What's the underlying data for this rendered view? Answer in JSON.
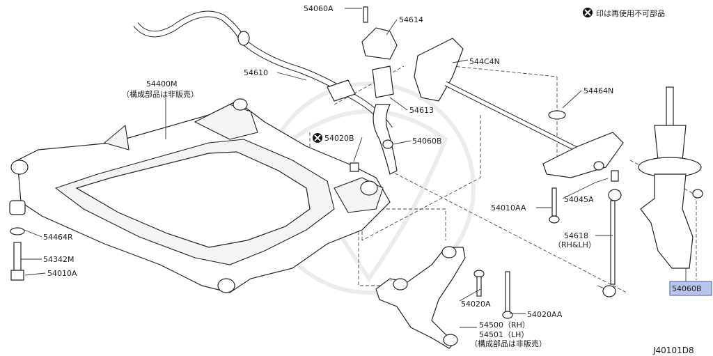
{
  "legend": {
    "icon": "x-circle-icon",
    "text": "印は再使用不可部品"
  },
  "labels": {
    "p54060A": "54060A",
    "p54614": "54614",
    "p544C4N": "544C4N",
    "p54610": "54610",
    "p54400M": "54400M",
    "p54400M_note": "（構成部品は非販売）",
    "p54613": "54613",
    "p54464N": "54464N",
    "p54020B": "54020B",
    "p54060B_top": "54060B",
    "p54045A": "54045A",
    "p54010AA": "54010AA",
    "p54618": "54618",
    "p54618_note": "（RH&LH）",
    "p54464R": "54464R",
    "p54342M": "54342M",
    "p54010A": "54010A",
    "p54020A": "54020A",
    "p54020AA": "54020AA",
    "p54500": "54500（RH）",
    "p54501": "54501（LH）",
    "p54501_note": "（構成部品は非販売）",
    "p54060B_hl": "54060B",
    "diagram_id": "J40101D8"
  },
  "colors": {
    "highlight": "#b8c4ee",
    "highlight_border": "#4a5aa8",
    "x_mark": "#111111"
  }
}
